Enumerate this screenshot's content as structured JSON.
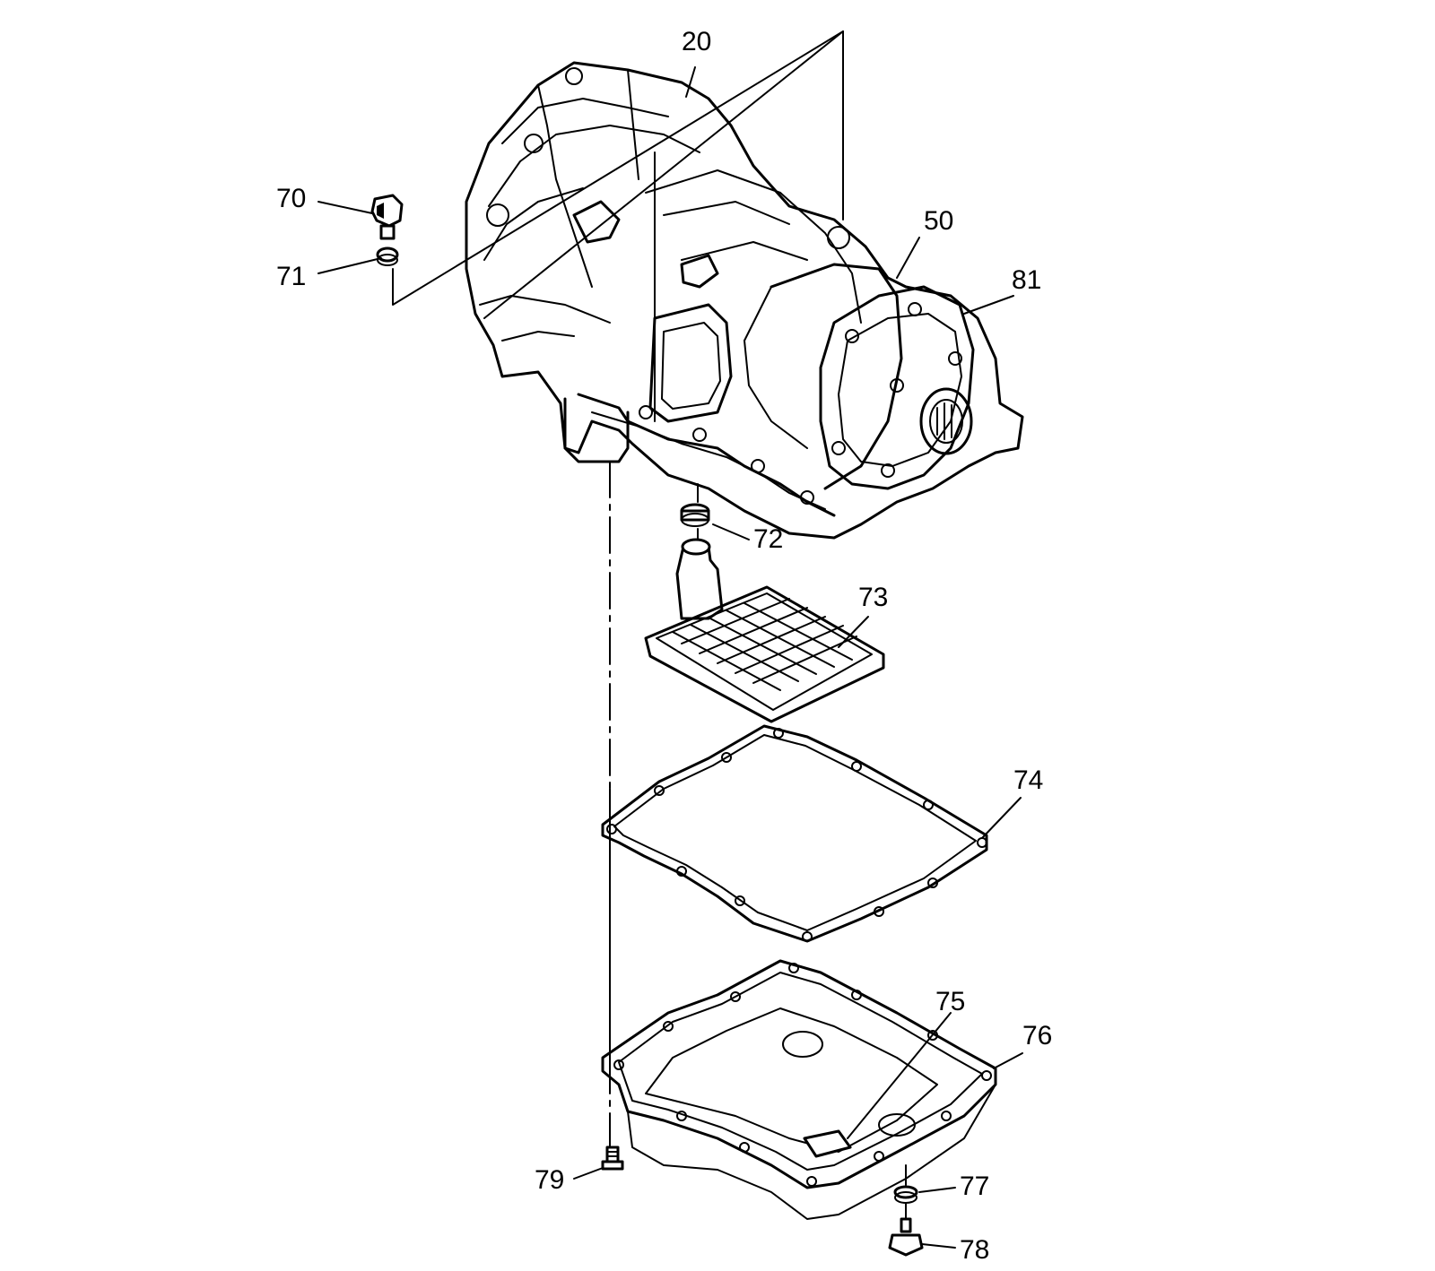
{
  "diagram": {
    "callouts": [
      {
        "id": "c20",
        "label": "20"
      },
      {
        "id": "c50",
        "label": "50"
      },
      {
        "id": "c70",
        "label": "70"
      },
      {
        "id": "c71",
        "label": "71"
      },
      {
        "id": "c72",
        "label": "72"
      },
      {
        "id": "c73",
        "label": "73"
      },
      {
        "id": "c74",
        "label": "74"
      },
      {
        "id": "c75",
        "label": "75"
      },
      {
        "id": "c76",
        "label": "76"
      },
      {
        "id": "c77",
        "label": "77"
      },
      {
        "id": "c78",
        "label": "78"
      },
      {
        "id": "c79",
        "label": "79"
      },
      {
        "id": "c81",
        "label": "81"
      }
    ]
  }
}
